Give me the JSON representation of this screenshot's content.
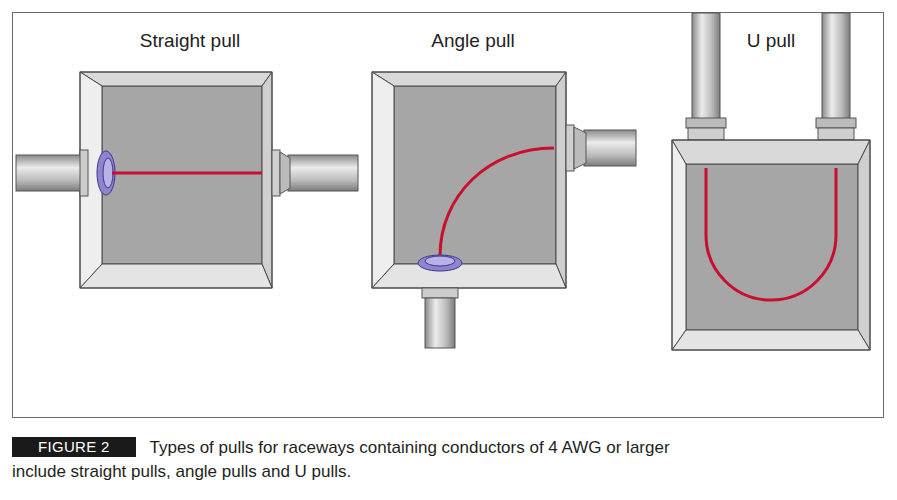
{
  "diagram": {
    "caption": "Types of pulls for raceways containing conductors of 4 AWG or larger include straight pulls, angle pulls and U pulls.",
    "labels": [
      "Straight pull",
      "Angle pull",
      "U pull",
      "FIGURE 2"
    ]
  }
}
